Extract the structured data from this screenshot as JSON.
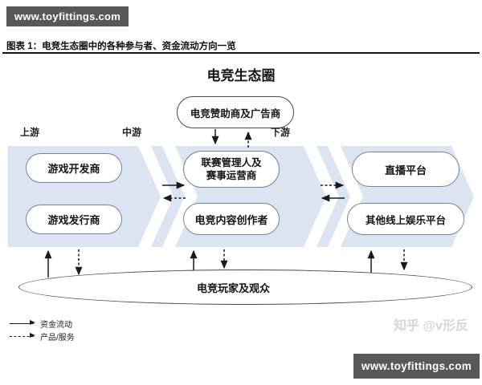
{
  "banners": {
    "top_left": "www.toyfittings.com",
    "bottom_right": "www.toyfittings.com"
  },
  "caption": "图表 1：电竞生态圈中的各种参与者、资金流动方向一览",
  "diagram": {
    "title": "电竞生态圈",
    "sponsor_box": "电竞赞助商及广告商",
    "tiers": [
      {
        "label": "上游",
        "boxes": [
          "游戏开发商",
          "游戏发行商"
        ]
      },
      {
        "label": "中游",
        "boxes": [
          "联赛管理人及\n赛事运营商",
          "电竞内容创作者"
        ]
      },
      {
        "label": "下游",
        "boxes": [
          "直播平台",
          "其他线上娱乐平台"
        ]
      }
    ],
    "audience": "电竞玩家及观众",
    "legend": [
      {
        "style": "solid",
        "label": "资金流动"
      },
      {
        "style": "dashed",
        "label": "产品/服务"
      }
    ]
  },
  "watermark": "知乎 @v形反",
  "colors": {
    "banner_bg": "#57585b",
    "chevron_fill": "#dbe4f0",
    "box_border": "#76849b",
    "outline": "#4a4a4a",
    "arrow": "#1a1a1a",
    "watermark": "#d6d6d6"
  }
}
